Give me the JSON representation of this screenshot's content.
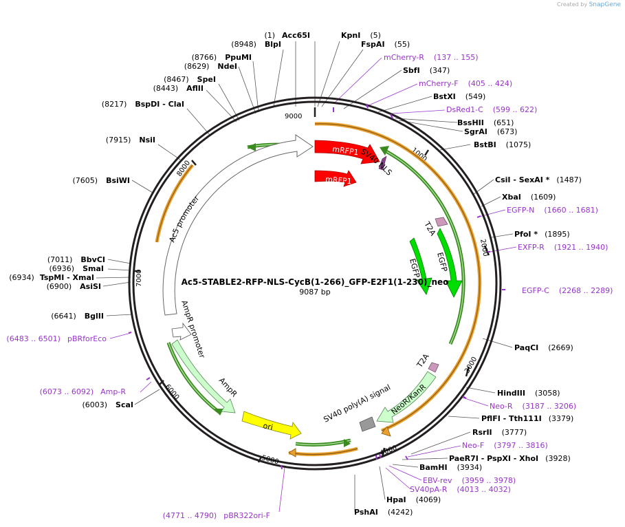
{
  "credit": {
    "prefix": "Created by",
    "brand": "SnapGene"
  },
  "plasmid": {
    "name": "Ac5-STABLE2-RFP-NLS-CycB(1-266)_GFP-E2F1(1-230)_neo",
    "size": "9087 bp"
  },
  "ticks": [
    "1000",
    "2000",
    "3000",
    "4000",
    "5000",
    "6000",
    "7000",
    "8000",
    "9000"
  ],
  "sites_right": [
    {
      "pos": "(5)",
      "name": "KpnI"
    },
    {
      "pos": "(55)",
      "name": "FspAI"
    },
    {
      "pos": "(347)",
      "name": "SbfI"
    },
    {
      "pos": "(549)",
      "name": "BstXI"
    },
    {
      "pos": "(651)",
      "name": "BssHII"
    },
    {
      "pos": "(673)",
      "name": "SgrAI"
    },
    {
      "pos": "(1075)",
      "name": "BstBI"
    },
    {
      "pos": "(1487)",
      "name": "CsiI  - SexAI *"
    },
    {
      "pos": "(1609)",
      "name": "XbaI"
    },
    {
      "pos": "(1895)",
      "name": "PfoI *"
    },
    {
      "pos": "(2669)",
      "name": "PaqCI"
    },
    {
      "pos": "(3058)",
      "name": "HindIII"
    },
    {
      "pos": "(3379)",
      "name": "PflFI  - Tth111I"
    },
    {
      "pos": "(3777)",
      "name": "RsrII"
    },
    {
      "pos": "(3928)",
      "name": "PaeR7I  - PspXI  - XhoI"
    },
    {
      "pos": "(3934)",
      "name": "BamHI"
    },
    {
      "pos": "(4069)",
      "name": "HpaI"
    },
    {
      "pos": "(4242)",
      "name": "PshAI"
    }
  ],
  "sites_left": [
    {
      "pos": "(1)",
      "name": "Acc65I"
    },
    {
      "pos": "(8948)",
      "name": "BlpI"
    },
    {
      "pos": "(8766)",
      "name": "PpuMI"
    },
    {
      "pos": "(8629)",
      "name": "NdeI"
    },
    {
      "pos": "(8467)",
      "name": "SpeI"
    },
    {
      "pos": "(8443)",
      "name": "AflII"
    },
    {
      "pos": "(8217)",
      "name": "BspDI  - ClaI"
    },
    {
      "pos": "(7915)",
      "name": "NsiI"
    },
    {
      "pos": "(7605)",
      "name": "BsiWI"
    },
    {
      "pos": "(7011)",
      "name": "BbvCI"
    },
    {
      "pos": "(6936)",
      "name": "SmaI"
    },
    {
      "pos": "(6934)",
      "name": "TspMI  - XmaI"
    },
    {
      "pos": "(6900)",
      "name": "AsiSI"
    },
    {
      "pos": "(6641)",
      "name": "BglII"
    },
    {
      "pos": "(6003)",
      "name": "ScaI"
    }
  ],
  "primers": [
    {
      "name": "mCherry-R",
      "range": "(137 .. 155)"
    },
    {
      "name": "mCherry-F",
      "range": "(405 .. 424)"
    },
    {
      "name": "DsRed1-C",
      "range": "(599 .. 622)"
    },
    {
      "name": "EGFP-N",
      "range": "(1660 .. 1681)"
    },
    {
      "name": "EXFP-R",
      "range": "(1921 .. 1940)"
    },
    {
      "name": "EGFP-C",
      "range": "(2268 .. 2289)"
    },
    {
      "name": "Neo-R",
      "range": "(3187 .. 3206)"
    },
    {
      "name": "Neo-F",
      "range": "(3797 .. 3816)"
    },
    {
      "name": "EBV-rev",
      "range": "(3959 .. 3978)"
    },
    {
      "name": "SV40pA-R",
      "range": "(4013 .. 4032)"
    },
    {
      "name": "pBR322ori-F",
      "range": "(4771 .. 4790)"
    },
    {
      "name": "Amp-R",
      "range": "(6073 .. 6092)"
    },
    {
      "name": "pBRforEco",
      "range": "(6483 .. 6501)"
    }
  ],
  "features": {
    "mrfp1": "mRFP1",
    "sv40_nls": "SV40 NLS",
    "t2a": "T2A",
    "egfp": "EGFP",
    "neo": "NeoR/KanR",
    "sv40_pa": "SV40 poly(A) signal",
    "ori": "ori",
    "ampr": "AmpR",
    "ampr_promoter": "AmpR promoter",
    "ac5_promoter": "Ac5 promoter"
  },
  "colors": {
    "backbone": "#231f20",
    "mrfp": "#ff0000",
    "egfp": "#00dd00",
    "orf_green": "#3a8a1f",
    "orf_orange": "#e8a030",
    "ampr": "#ccffcc",
    "ori": "#ffff00",
    "primer": "#9933cc",
    "t2a": "#cc99bb"
  }
}
